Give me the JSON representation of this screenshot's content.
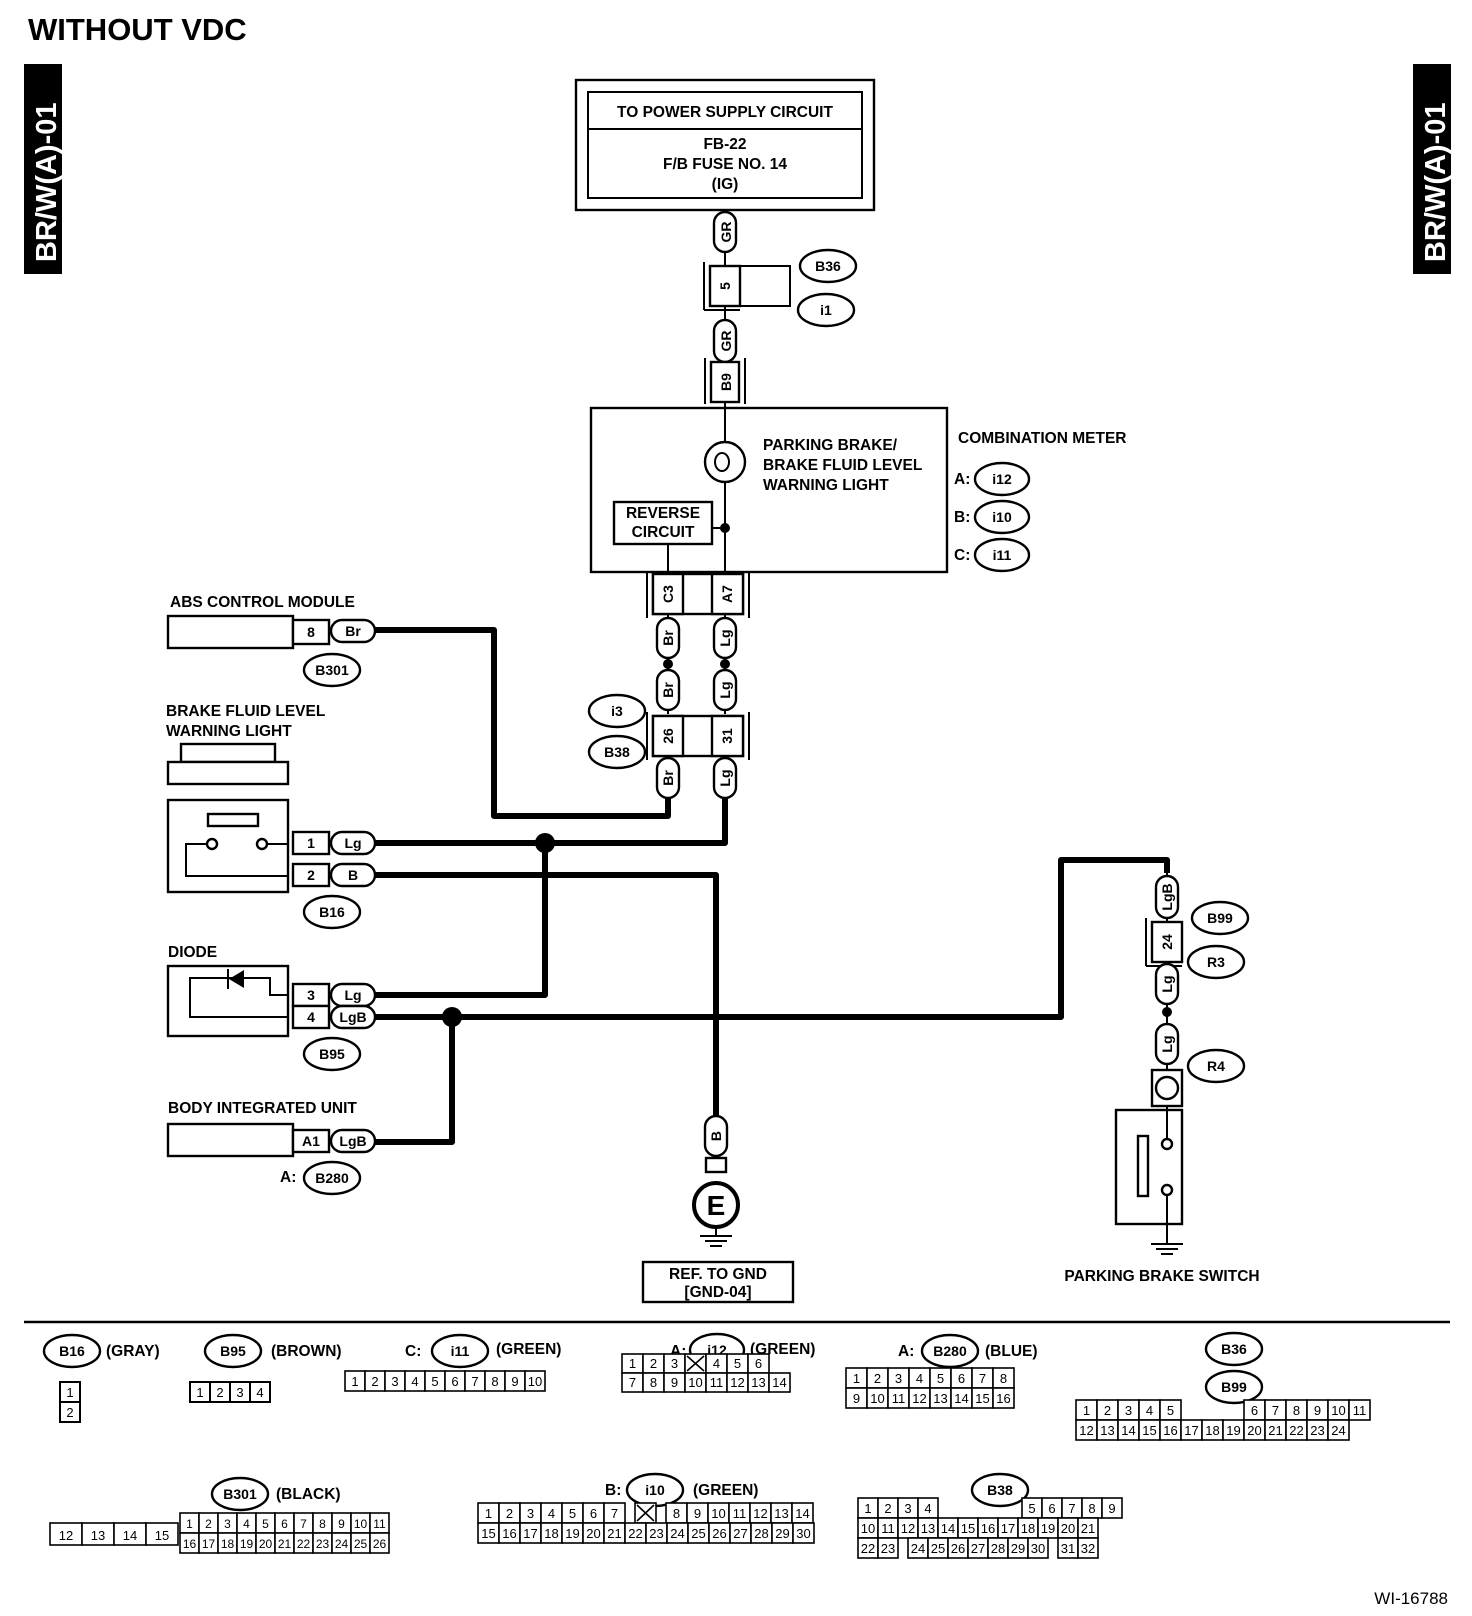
{
  "title": "WITHOUT VDC",
  "side_tab": "BR/W(A)-01",
  "figure_id": "WI-16788",
  "power": {
    "header": "TO POWER SUPPLY CIRCUIT",
    "line1": "FB-22",
    "line2": "F/B   FUSE   NO. 14",
    "line3": "(IG)"
  },
  "combination_meter": {
    "title": "COMBINATION METER",
    "light_label_1": "PARKING BRAKE/",
    "light_label_2": "BRAKE FLUID LEVEL",
    "light_label_3": "WARNING LIGHT",
    "reverse_1": "REVERSE",
    "reverse_2": "CIRCUIT",
    "conn_a_prefix": "A:",
    "conn_a": "i12",
    "conn_b_prefix": "B:",
    "conn_b": "i10",
    "conn_c_prefix": "C:",
    "conn_c": "i11",
    "pin_b9": "B9",
    "pin_c3": "C3",
    "pin_a7": "A7"
  },
  "wires": {
    "gr": "GR",
    "br": "Br",
    "lg": "Lg",
    "b": "B",
    "lgb": "LgB"
  },
  "connectors": {
    "b36": "B36",
    "i1": "i1",
    "pin5": "5",
    "i3": "i3",
    "b38": "B38",
    "pin26": "26",
    "pin31": "31",
    "b99": "B99",
    "r3": "R3",
    "pin24": "24",
    "r4": "R4"
  },
  "abs": {
    "label": "ABS CONTROL MODULE",
    "pin": "8",
    "connector": "B301"
  },
  "bfl": {
    "label_1": "BRAKE FLUID LEVEL",
    "label_2": "WARNING LIGHT",
    "pin1": "1",
    "pin2": "2",
    "connector": "B16"
  },
  "diode": {
    "label": "DIODE",
    "pin3": "3",
    "pin4": "4",
    "connector": "B95"
  },
  "biu": {
    "label": "BODY INTEGRATED UNIT",
    "pin": "A1",
    "prefix": "A:",
    "connector": "B280"
  },
  "ground": {
    "symbol": "E",
    "ref_1": "REF. TO GND",
    "ref_2": "[GND-04]"
  },
  "parking_switch": {
    "label": "PARKING BRAKE SWITCH"
  },
  "legend": {
    "b16": {
      "name": "B16",
      "color": "(GRAY)"
    },
    "b95": {
      "name": "B95",
      "color": "(BROWN)"
    },
    "i11": {
      "prefix": "C:",
      "name": "i11",
      "color": "(GREEN)"
    },
    "i12": {
      "prefix": "A:",
      "name": "i12",
      "color": "(GREEN)"
    },
    "b280": {
      "prefix": "A:",
      "name": "B280",
      "color": "(BLUE)"
    },
    "b36": {
      "name": "B36"
    },
    "b99": {
      "name": "B99"
    },
    "b301": {
      "name": "B301",
      "color": "(BLACK)"
    },
    "i10": {
      "prefix": "B:",
      "name": "i10",
      "color": "(GREEN)"
    },
    "b38": {
      "name": "B38"
    }
  }
}
